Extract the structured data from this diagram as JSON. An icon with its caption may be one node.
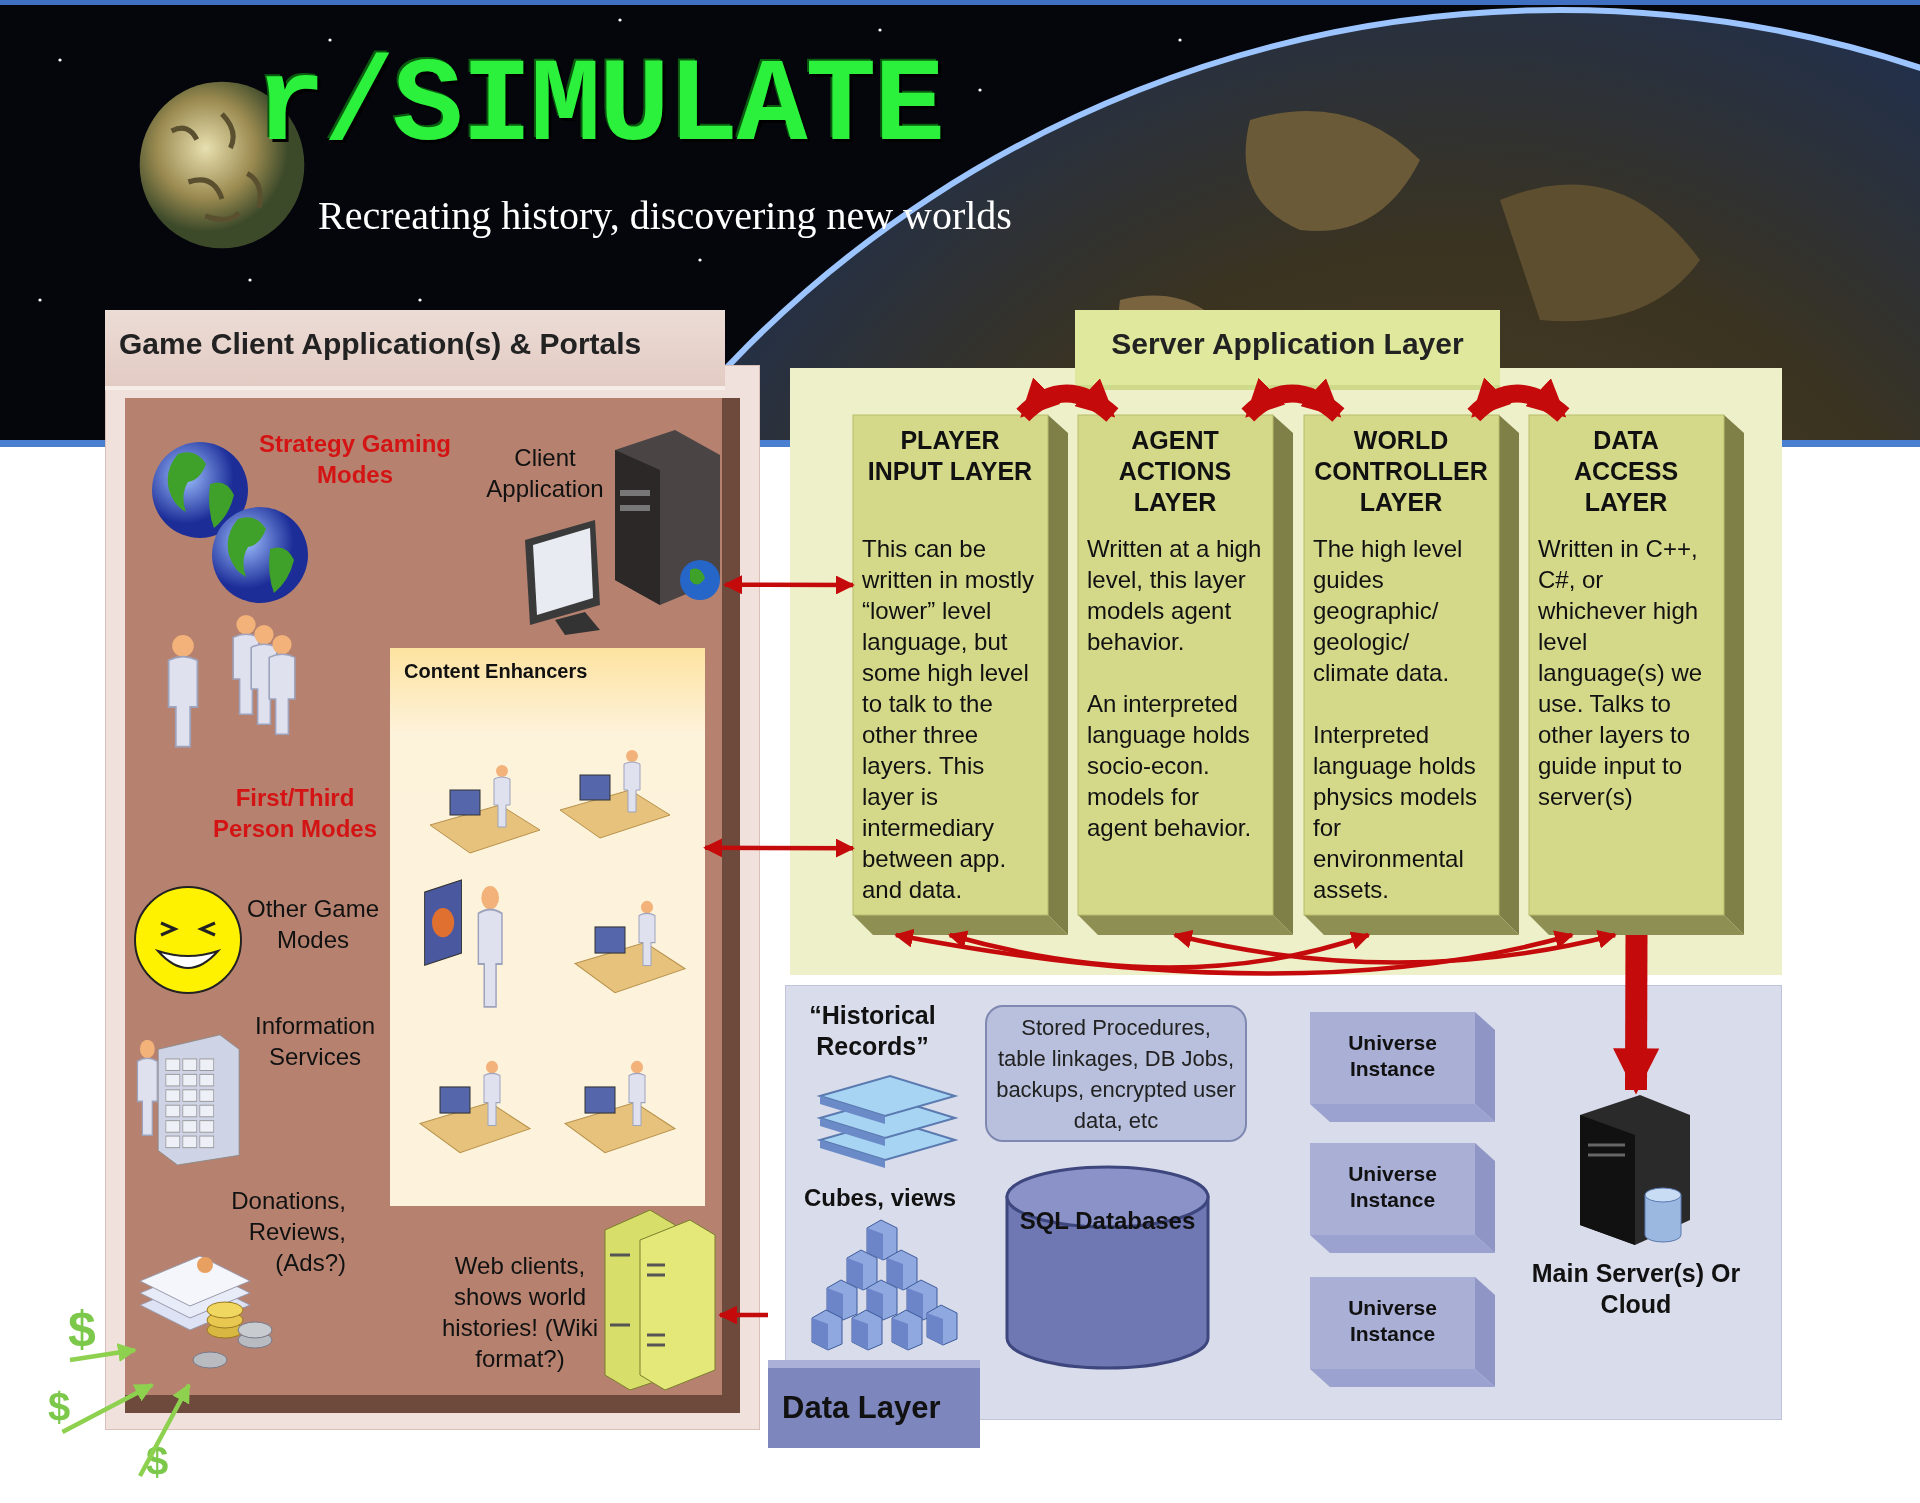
{
  "diagram": {
    "title": "r/SIMULATE",
    "nodes": [
      {
        "text": [
          "Game Client Application(s) & Portals"
        ]
      },
      {
        "text": [
          "Strategy Gaming Modes"
        ],
        "in": 0
      },
      {
        "text": [
          "Client Application"
        ],
        "in": 0
      },
      {
        "text": [
          "First/Third Person Modes"
        ],
        "in": 0
      },
      {
        "text": [
          "Other Game Modes"
        ],
        "in": 0
      },
      {
        "text": [
          "Information Services"
        ],
        "in": 0
      },
      {
        "text": [
          "Content Enhancers"
        ],
        "in": 0
      },
      {
        "text": [
          "Donations, Reviews, (Ads?)"
        ],
        "in": 0
      },
      {
        "text": [
          "Web clients, shows world histories! (Wiki format?)"
        ],
        "in": 0
      },
      {
        "text": [
          "Server Application Layer"
        ]
      },
      {
        "text": [
          "PLAYER INPUT LAYER",
          "This can be written in mostly “lower” level language, but some high level to talk to the other three layers. This layer is intermediary between app. and data."
        ],
        "in": 9
      },
      {
        "text": [
          "AGENT ACTIONS LAYER",
          "Written at a high level, this layer models agent behavior.",
          "An interpreted language holds socio-econ. models for agent behavior."
        ],
        "in": 9
      },
      {
        "text": [
          "WORLD CONTROLLER LAYER",
          "The high level guides geographic/ geologic/ climate data.",
          "Interpreted language holds physics models for environmental assets."
        ],
        "in": 9
      },
      {
        "text": [
          "DATA ACCESS LAYER",
          "Written in C++, C#, or whichever high level language(s) we use. Talks to other layers to guide input to server(s)"
        ],
        "in": 9
      },
      {
        "text": [
          "Data Layer"
        ]
      },
      {
        "text": [
          "“Historical Records”"
        ],
        "in": 14
      },
      {
        "text": [
          "Stored Procedures, table linkages, DB Jobs, backups, encrypted user data, etc"
        ],
        "in": 14
      },
      {
        "text": [
          "Cubes, views"
        ],
        "in": 14
      },
      {
        "text": [
          "SQL Databases"
        ],
        "in": 14
      },
      {
        "text": [
          "Universe Instance"
        ],
        "in": 14
      },
      {
        "text": [
          "Universe Instance"
        ],
        "in": 14
      },
      {
        "text": [
          "Universe Instance"
        ],
        "in": 14
      },
      {
        "text": [
          "Main Server(s) Or Cloud"
        ],
        "in": 14
      },
      {
        "text": [
          "$"
        ]
      },
      {
        "text": [
          "$"
        ]
      },
      {
        "text": [
          "$"
        ]
      }
    ],
    "edges": [
      {
        "from": 2,
        "to": 10,
        "arrow": "both"
      },
      {
        "from": 6,
        "to": 10,
        "arrow": "both"
      },
      {
        "from": 10,
        "to": 11,
        "arrow": "both",
        "style": "thick"
      },
      {
        "from": 11,
        "to": 12,
        "arrow": "both",
        "style": "thick"
      },
      {
        "from": 12,
        "to": 13,
        "arrow": "both",
        "style": "thick"
      },
      {
        "from": 10,
        "to": 12,
        "arrow": "both"
      },
      {
        "from": 10,
        "to": 13,
        "arrow": "both"
      },
      {
        "from": 11,
        "to": 13,
        "arrow": "both"
      },
      {
        "from": 13,
        "to": 22,
        "arrow": "to",
        "style": "thick"
      },
      {
        "from": 14,
        "to": 8,
        "arrow": "to"
      },
      {
        "from": 23,
        "to": 7,
        "arrow": "to",
        "color": "#8dd14f"
      },
      {
        "from": 24,
        "to": 7,
        "arrow": "to",
        "color": "#8dd14f"
      },
      {
        "from": 25,
        "to": 7,
        "arrow": "to",
        "color": "#8dd14f"
      }
    ],
    "labels": [
      "Recreating history, discovering new worlds"
    ]
  }
}
